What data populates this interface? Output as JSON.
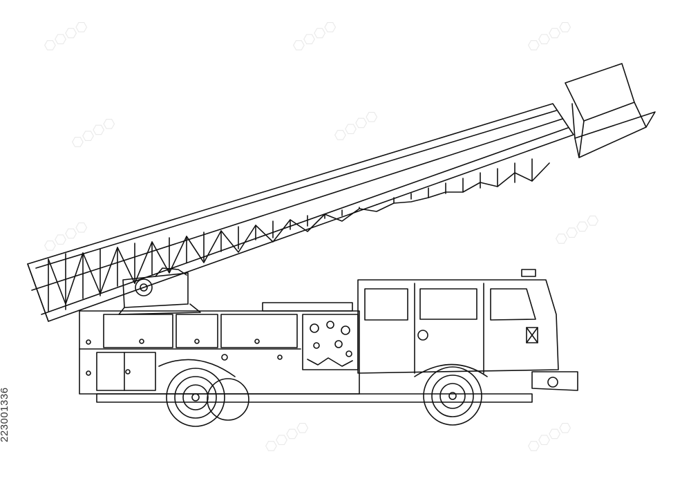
{
  "image": {
    "subject": "fire-truck-with-aerial-ladder",
    "style": "black line drawing on white"
  },
  "stock_id": "223001336",
  "colors": {
    "background": "#ffffff",
    "ink": "#111111",
    "watermark": "#d8d8d8"
  },
  "icons": {
    "truck": "fire-truck-outline",
    "ladder": "aerial-ladder-truss",
    "basket": "rescue-basket"
  }
}
